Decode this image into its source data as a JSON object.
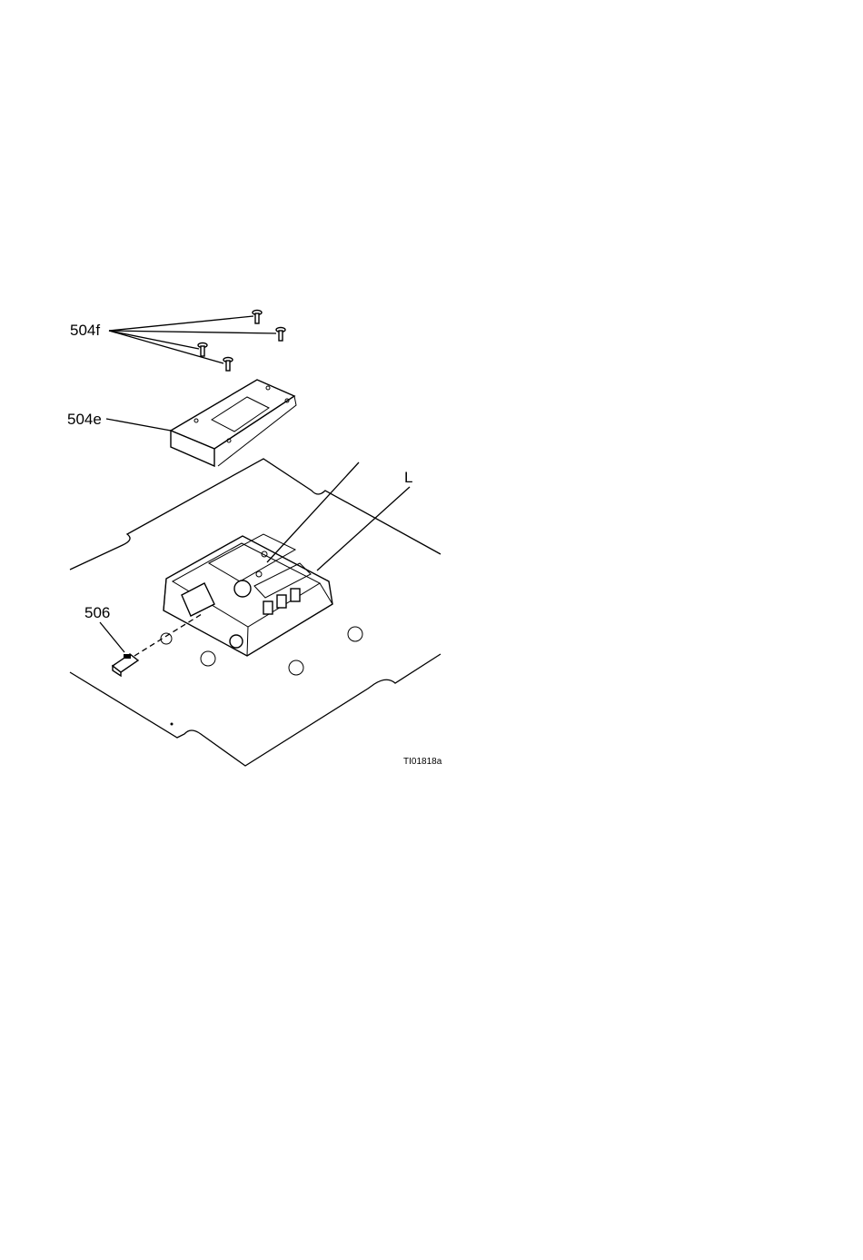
{
  "figure": {
    "callouts": {
      "screws": "504f",
      "cover": "504e",
      "location": "L",
      "key": "506"
    },
    "figure_id": "TI01818a"
  }
}
